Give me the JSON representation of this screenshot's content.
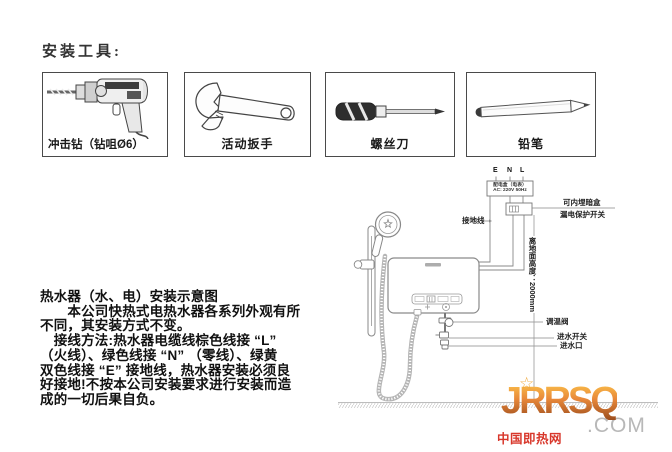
{
  "tools_section": {
    "title": "安装工具:",
    "tools": [
      {
        "label": "冲击钻（钻咀Ø6）",
        "icon": "impact-drill-icon"
      },
      {
        "label": "活动扳手",
        "icon": "adjustable-wrench-icon"
      },
      {
        "label": "螺丝刀",
        "icon": "screwdriver-icon"
      },
      {
        "label": "铅笔",
        "icon": "pencil-icon"
      }
    ]
  },
  "left_text": {
    "lines": [
      "热水器（水、电）安装示意图",
      "　　本公司快热式电热水器各系列外观有所",
      "不同，其安装方式不变。",
      "　接线方法:热水器电缆线棕色线接 “L”",
      "（火线）、绿色线接 “N” （零线）、绿黄",
      "双色线接 “E” 接地线，热水器安装必须良",
      "好接地!不按本公司安装要求进行安装而造",
      "成的一切后果自负。"
    ]
  },
  "diagram": {
    "terminals": {
      "e": "E",
      "n": "N",
      "l": "L"
    },
    "power_box": {
      "line1": "配电盒（电表）",
      "line2": "AC: 220V 50Hz"
    },
    "labels": {
      "ground_wire": "接地线",
      "concealed_box": "可内埋暗盒",
      "leakage_switch": "漏电保护开关",
      "height_from_ground": "离地面高度：2000mm",
      "temp_valve": "调温阀",
      "inlet_switch": "进水开关",
      "inlet": "进水口"
    }
  },
  "watermark": {
    "star": "☆",
    "brand": "JRRSQ",
    "domain": ".COM",
    "site_name": "中国即热网",
    "brand_color_top": "#fcc24a",
    "brand_color_bottom": "#9c4d1d",
    "site_color": "#d8372b",
    "domain_color": "#b8b8b8"
  }
}
